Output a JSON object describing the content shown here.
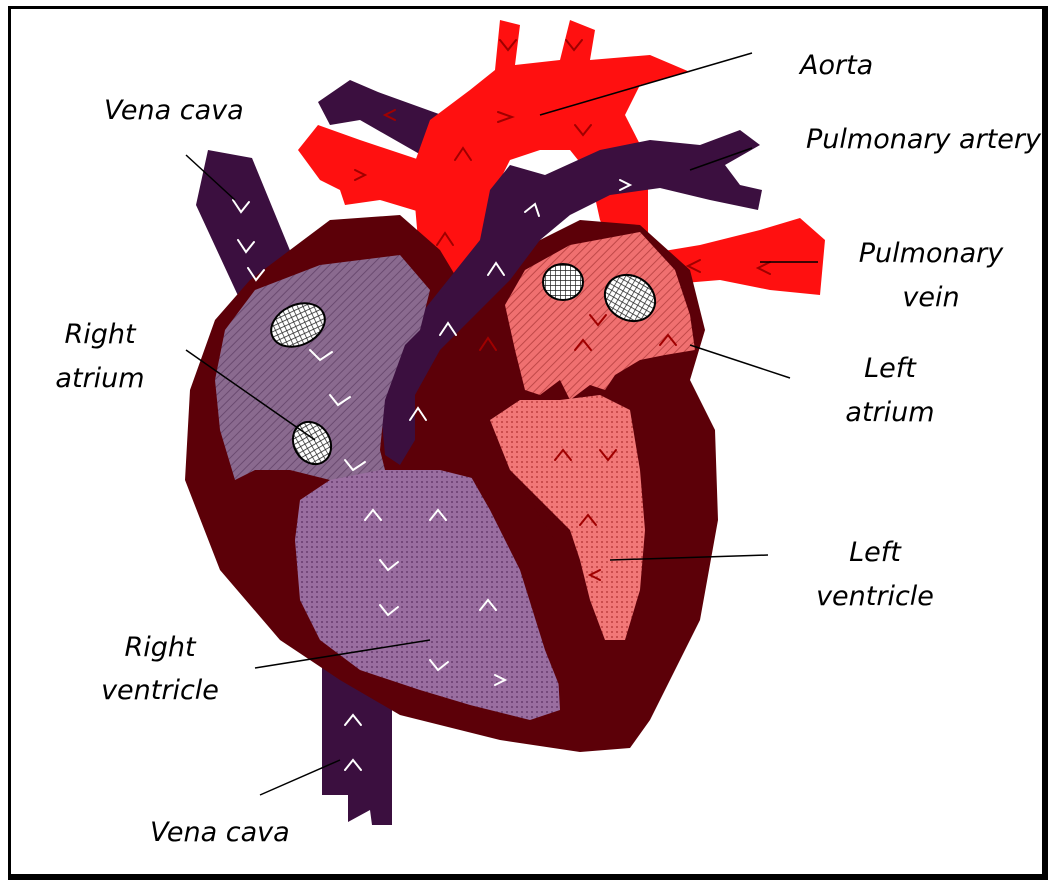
{
  "labels": {
    "aorta": "Aorta",
    "vena_cava_top": "Vena cava",
    "pulmonary_artery": "Pulmonary artery",
    "pulmonary_vein_1": "Pulmonary",
    "pulmonary_vein_2": "vein",
    "right_atrium_1": "Right",
    "right_atrium_2": "atrium",
    "left_atrium_1": "Left",
    "left_atrium_2": "atrium",
    "left_ventricle_1": "Left",
    "left_ventricle_2": "ventricle",
    "right_ventricle_1": "Right",
    "right_ventricle_2": "ventricle",
    "vena_cava_bottom": "Vena cava"
  },
  "colors": {
    "muscle": "#5c0008",
    "oxygenated": "#ff1010",
    "deoxygenated": "#3b0f3f",
    "right_chamber": "#8a6a8f",
    "left_chamber": "#f07070",
    "leader": "#000000"
  }
}
